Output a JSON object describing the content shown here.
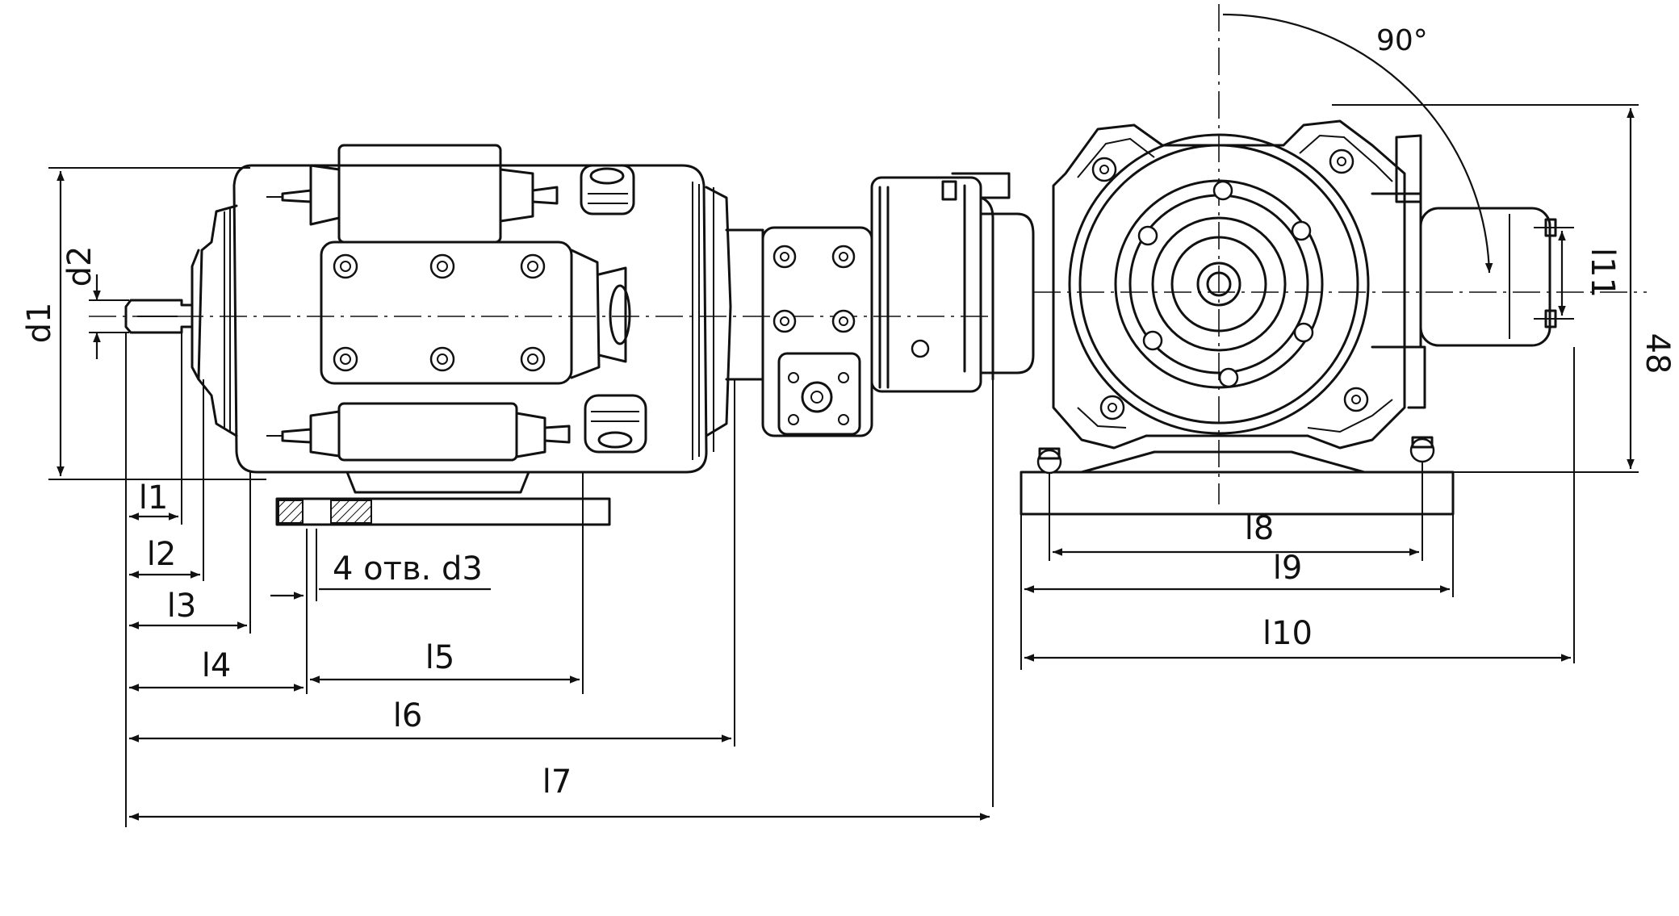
{
  "labels": {
    "d1": "d1",
    "d2": "d2",
    "l1": "l1",
    "l2": "l2",
    "l3": "l3",
    "l4": "l4",
    "l5": "l5",
    "l6": "l6",
    "l7": "l7",
    "l8": "l8",
    "l9": "l9",
    "l10": "l10",
    "l11": "l11",
    "l12": "48",
    "holes": "4 отв. d3",
    "angle": "90°"
  }
}
